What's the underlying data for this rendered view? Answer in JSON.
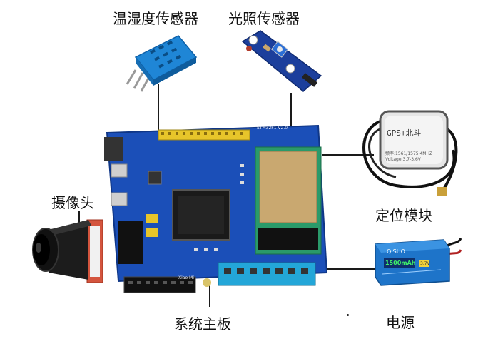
{
  "labels": {
    "temp_humidity": "温湿度传感器",
    "light": "光照传感器",
    "gps": "定位模块",
    "camera": "摄像头",
    "power": "电源",
    "board": "系统主板"
  },
  "gps_module": {
    "brand": "GPS+北斗",
    "line1": "频率:1561/1575.4MHZ",
    "line2": "Voltage:3.7-3.6V"
  },
  "battery": {
    "brand": "QISUO",
    "capacity": "1500mAh",
    "tag": "3.7V"
  },
  "board_marks": {
    "module_label": "STM32F1 V2.0",
    "silk_label": "Xiao Mi"
  }
}
